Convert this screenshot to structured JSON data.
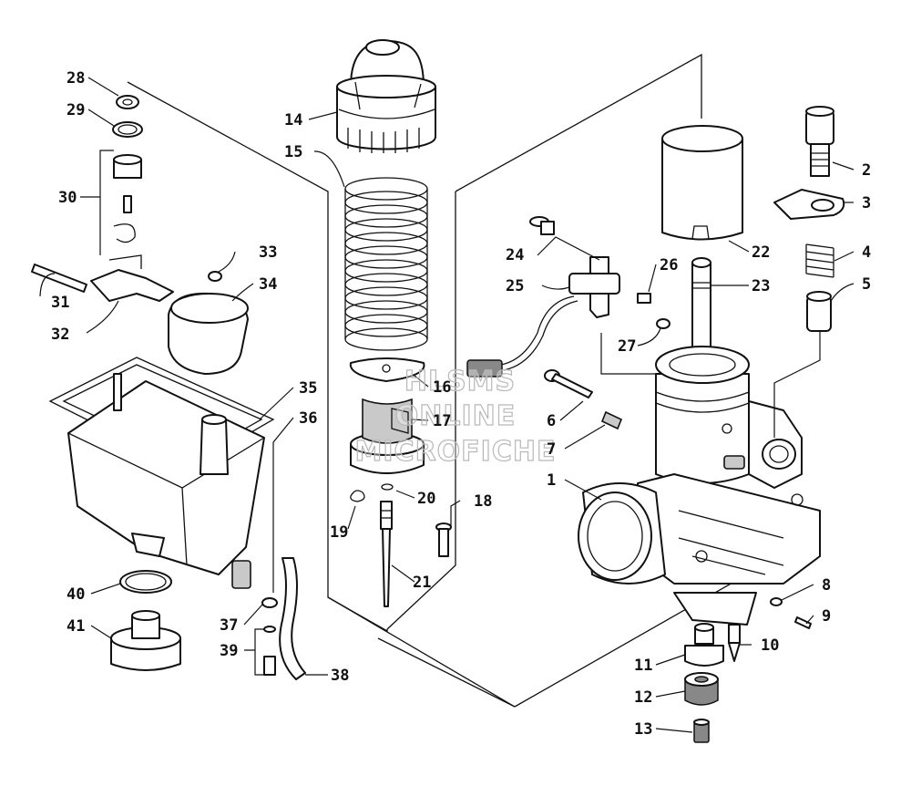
{
  "watermark": {
    "line1": "HLSMS",
    "line2": "ONLINE",
    "line3": "MICROFICHE"
  },
  "callouts": {
    "c1": "1",
    "c2": "2",
    "c3": "3",
    "c4": "4",
    "c5": "5",
    "c6": "6",
    "c7": "7",
    "c8": "8",
    "c9": "9",
    "c10": "10",
    "c11": "11",
    "c12": "12",
    "c13": "13",
    "c14": "14",
    "c15": "15",
    "c16": "16",
    "c17": "17",
    "c18": "18",
    "c19": "19",
    "c20": "20",
    "c21": "21",
    "c22": "22",
    "c23": "23",
    "c24": "24",
    "c25": "25",
    "c26": "26",
    "c27": "27",
    "c28": "28",
    "c29": "29",
    "c30": "30",
    "c31": "31",
    "c32": "32",
    "c33": "33",
    "c34": "34",
    "c35": "35",
    "c36": "36",
    "c37": "37",
    "c38": "38",
    "c39": "39",
    "c40": "40",
    "c41": "41"
  }
}
